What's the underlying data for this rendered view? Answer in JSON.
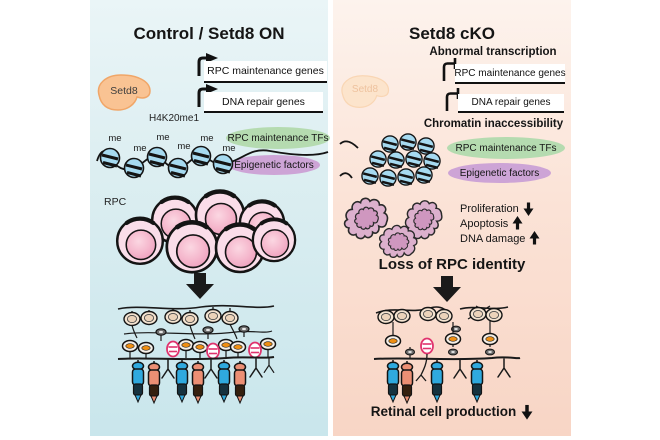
{
  "figure": {
    "left_panel": {
      "title": "Control / Setd8 ON",
      "setd8_label": "Setd8",
      "gene_box_1": "RPC maintenance genes",
      "gene_box_2": "DNA repair genes",
      "histone_mark_label": "H4K20me1",
      "me_tag": "me",
      "tf_ellipse_label": "RPC maintenance TFs",
      "epigenetic_ellipse_label": "Epigenetic factors",
      "rpc_label": "RPC"
    },
    "right_panel": {
      "title": "Setd8 cKO",
      "setd8_label": "Setd8",
      "abnormal_transcription_label": "Abnormal transcription",
      "gene_box_1": "RPC maintenance genes",
      "gene_box_2": "DNA repair genes",
      "chromatin_label": "Chromatin inaccessibility",
      "tf_ellipse_label": "RPC maintenance TFs",
      "epigenetic_ellipse_label": "Epigenetic factors",
      "outcomes": [
        {
          "label": "Proliferation",
          "direction": "down"
        },
        {
          "label": "Apoptosis",
          "direction": "up"
        },
        {
          "label": "DNA damage",
          "direction": "up"
        }
      ],
      "loss_heading": "Loss of RPC identity",
      "production_label": "Retinal cell production",
      "production_direction": "down"
    },
    "colors": {
      "left_panel_bg": "#d9edf1",
      "right_panel_bg": "#fbe0d2",
      "setd8_fill": "#f9c393",
      "setd8_faded_fill": "#fce4cc",
      "nucleosome_fill": "#a6daf0",
      "tf_ellipse_fill": "#b5dbb0",
      "epigenetic_ellipse_fill": "#cda4d6",
      "rpc_cell_fill": "#fadde9",
      "rpc_nucleus_fill": "#f2abc4",
      "dying_cell_fill": "#dcb0cd",
      "photoreceptor_blue": "#2fa9de",
      "photoreceptor_salmon": "#ec8f74",
      "amacrine_pink": "#e0336e",
      "bipolar_orange": "#ef8f14"
    }
  }
}
